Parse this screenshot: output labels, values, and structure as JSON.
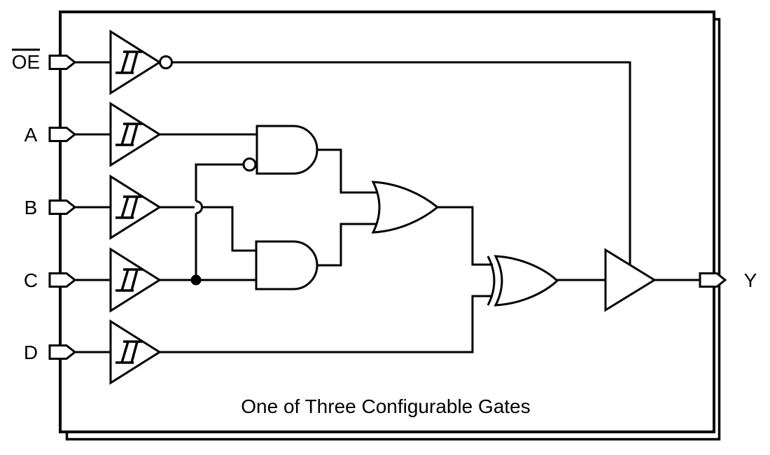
{
  "circuit": {
    "caption": "One of Three Configurable Gates",
    "inputs": [
      {
        "id": "oe",
        "label": "OE",
        "overlined": true,
        "buffer": "schmitt-trigger-inverter"
      },
      {
        "id": "a",
        "label": "A",
        "overlined": false,
        "buffer": "schmitt-trigger-buffer"
      },
      {
        "id": "b",
        "label": "B",
        "overlined": false,
        "buffer": "schmitt-trigger-buffer"
      },
      {
        "id": "c",
        "label": "C",
        "overlined": false,
        "buffer": "schmitt-trigger-buffer"
      },
      {
        "id": "d",
        "label": "D",
        "overlined": false,
        "buffer": "schmitt-trigger-buffer"
      }
    ],
    "output": {
      "id": "y",
      "label": "Y",
      "driver": "tristate-buffer",
      "enable": "oe-inverted"
    },
    "gates": [
      "and-gate-with-inverted-input",
      "and-gate",
      "or-gate",
      "xor-gate",
      "tristate-output-buffer"
    ],
    "notation": {
      "wire_hop": "non-connecting crossover (arc)",
      "junction_dot": "connected crossover (solid dot)"
    },
    "colors": {
      "stroke": "#000000",
      "background": "#ffffff"
    }
  }
}
